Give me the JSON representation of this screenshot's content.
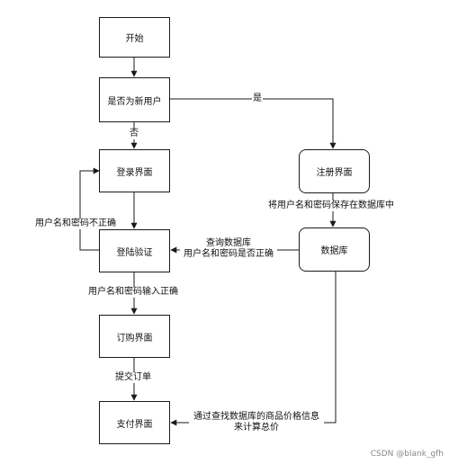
{
  "nodes": {
    "start": "开始",
    "new_user_check": "是否为新用户",
    "login_page": "登录界面",
    "register_page": "注册界面",
    "login_verify": "登陆验证",
    "database": "数据库",
    "order_page": "订购界面",
    "payment_page": "支付界面"
  },
  "edges": {
    "yes": "是",
    "no": "否",
    "save_to_db": "将用户名和密码保存在数据库中",
    "wrong_credentials": "用户名和密码不正确",
    "query_db_line1": "查询数据库",
    "query_db_line2": "用户名和密码是否正确",
    "correct_credentials": "用户名和密码输入正确",
    "submit_order": "提交订单",
    "price_line1": "通过查找数据库的商品价格信息",
    "price_line2": "来计算总价"
  },
  "watermark": "CSDN @blank_gfh"
}
